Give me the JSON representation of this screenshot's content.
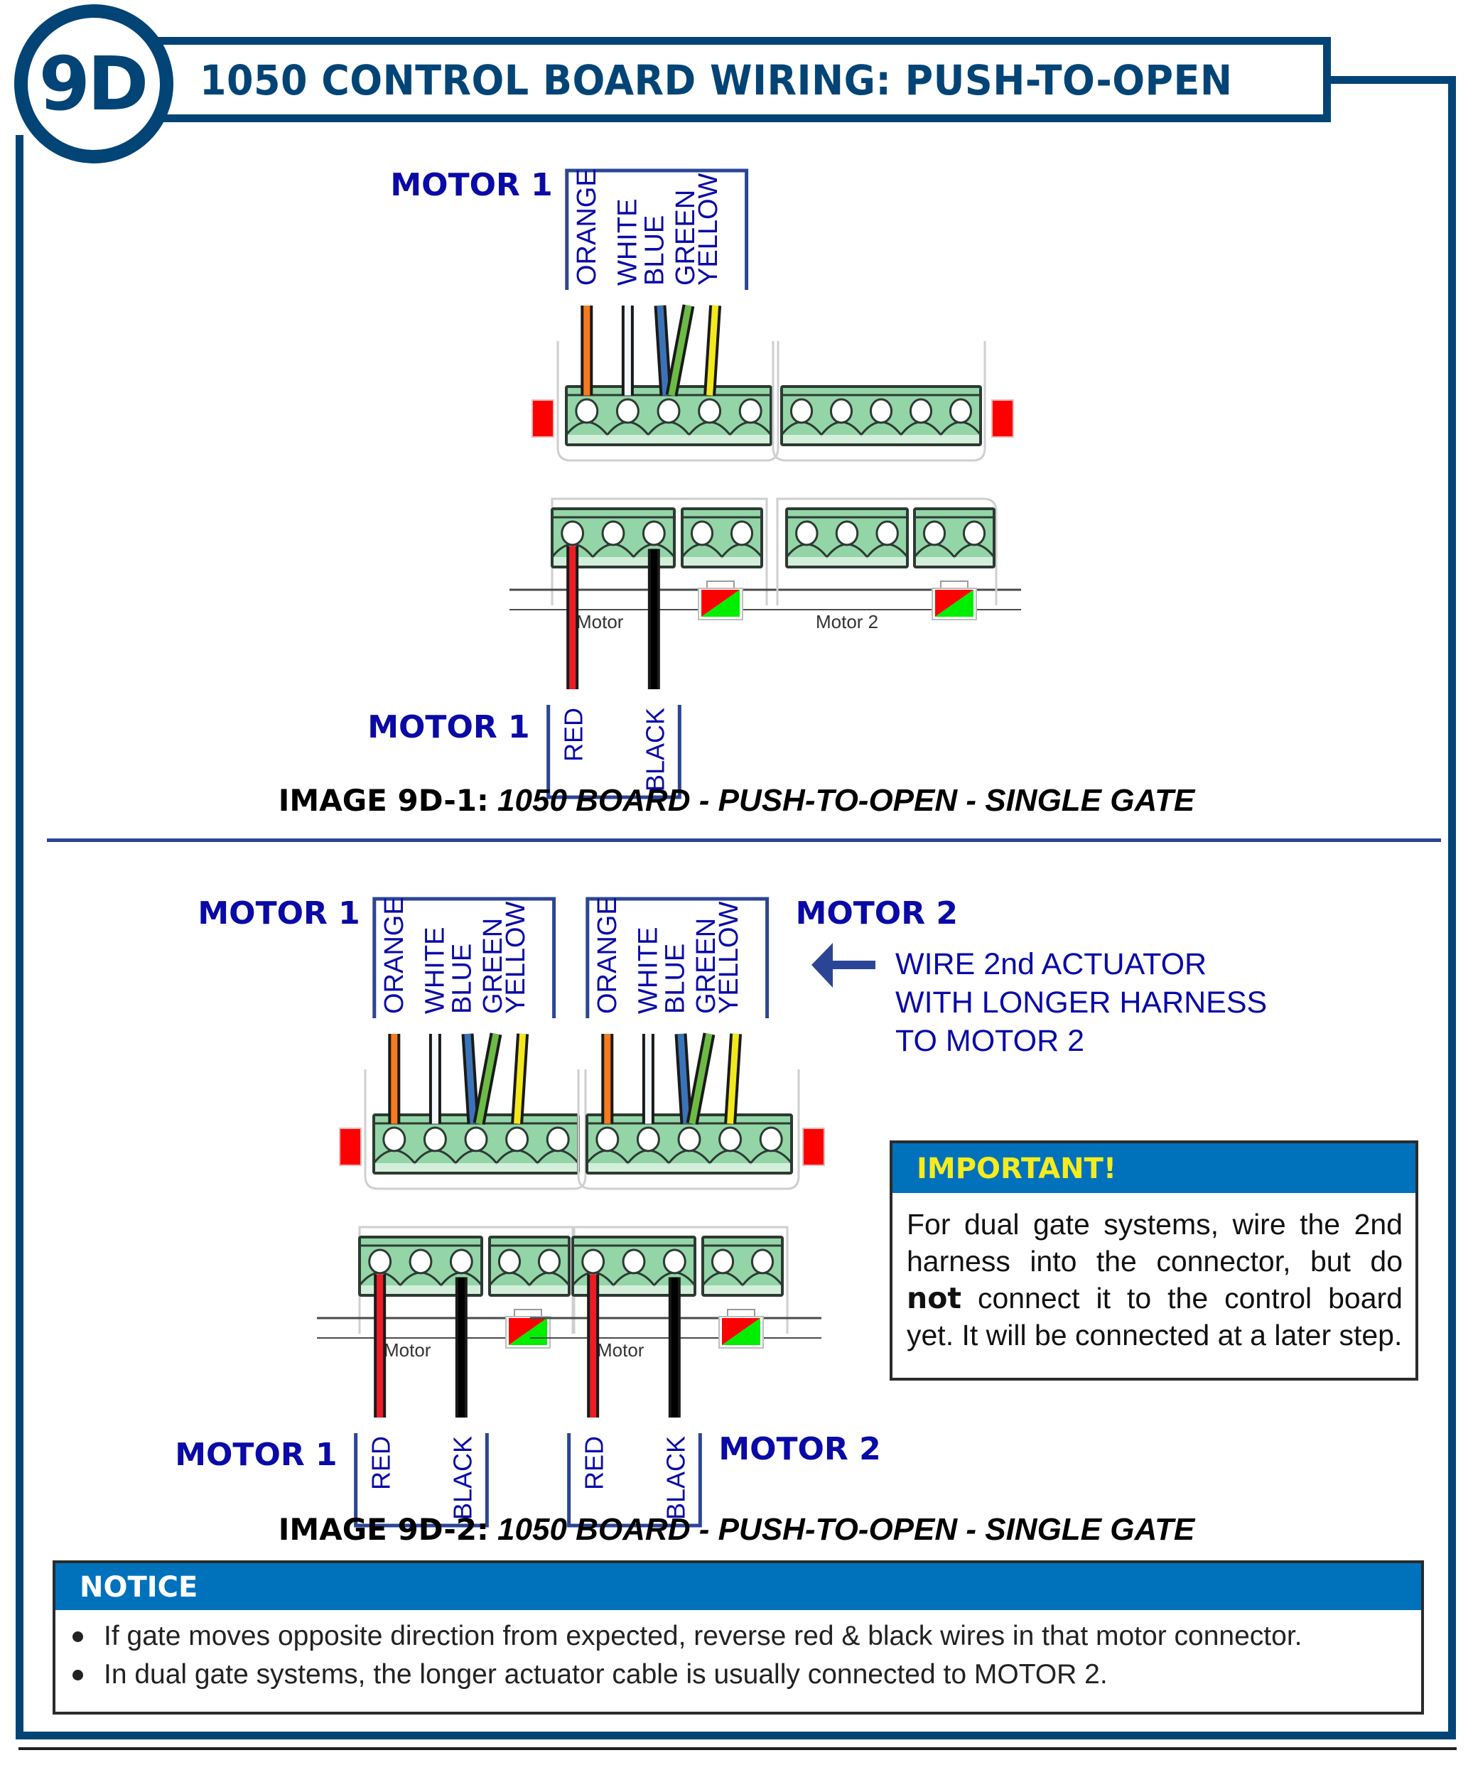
{
  "header": {
    "badge": "9D",
    "title": "1050 CONTROL BOARD WIRING: PUSH-TO-OPEN"
  },
  "colors": {
    "frame": "#034476",
    "label_blue": "#0a0aa6",
    "bracket": "#2b4596",
    "terminal_green": "#93d5a7",
    "notice_header": "#0072bc",
    "important_title": "#f5ec1e"
  },
  "wire_colors": {
    "ORANGE": "#f47b20",
    "WHITE": "#f4f8fc",
    "BLUE": "#3b73b9",
    "GREEN": "#6cbb45",
    "YELLOW": "#f3e81b",
    "RED": "#ed1c24",
    "BLACK": "#000000"
  },
  "board_labels": {
    "motor1": "Motor",
    "motor2": "Motor 2"
  },
  "figures": [
    {
      "id": "9D-1",
      "caption_bold": "IMAGE 9D-1:",
      "caption_italic": "1050 BOARD - PUSH-TO-OPEN - SINGLE GATE",
      "harnesses": [
        {
          "board": "motor1",
          "top_label": "MOTOR 1",
          "top_wires": [
            "ORANGE",
            "WHITE",
            "BLUE",
            "GREEN",
            "YELLOW"
          ],
          "bottom_label": "MOTOR 1",
          "bottom_wires": [
            "RED",
            "BLACK"
          ]
        }
      ]
    },
    {
      "id": "9D-2",
      "caption_bold": "IMAGE 9D-2:",
      "caption_italic": "1050 BOARD - PUSH-TO-OPEN - SINGLE GATE",
      "harnesses": [
        {
          "board": "motor1",
          "top_label": "MOTOR 1",
          "top_wires": [
            "ORANGE",
            "WHITE",
            "BLUE",
            "GREEN",
            "YELLOW"
          ],
          "bottom_label": "MOTOR 1",
          "bottom_wires": [
            "RED",
            "BLACK"
          ]
        },
        {
          "board": "motor2",
          "top_label": "MOTOR 2",
          "top_wires": [
            "ORANGE",
            "WHITE",
            "BLUE",
            "GREEN",
            "YELLOW"
          ],
          "bottom_label": "MOTOR 2",
          "bottom_wires": [
            "RED",
            "BLACK"
          ]
        }
      ]
    }
  ],
  "arrow_note": {
    "icon": "arrow-left-icon",
    "lines": [
      "WIRE 2nd ACTUATOR",
      "WITH LONGER HARNESS",
      "TO MOTOR 2"
    ]
  },
  "important": {
    "title": "IMPORTANT!",
    "text_before": "For dual gate systems, wire the 2nd harness into the connector, but do",
    "text_bold": "not",
    "text_after": "connect it to the control board yet. It will be connected at a later step."
  },
  "notice": {
    "title": "NOTICE",
    "items": [
      "If gate moves opposite direction from expected, reverse red & black wires in that motor connector.",
      "In dual gate systems, the longer actuator cable is usually connected to MOTOR 2."
    ]
  }
}
